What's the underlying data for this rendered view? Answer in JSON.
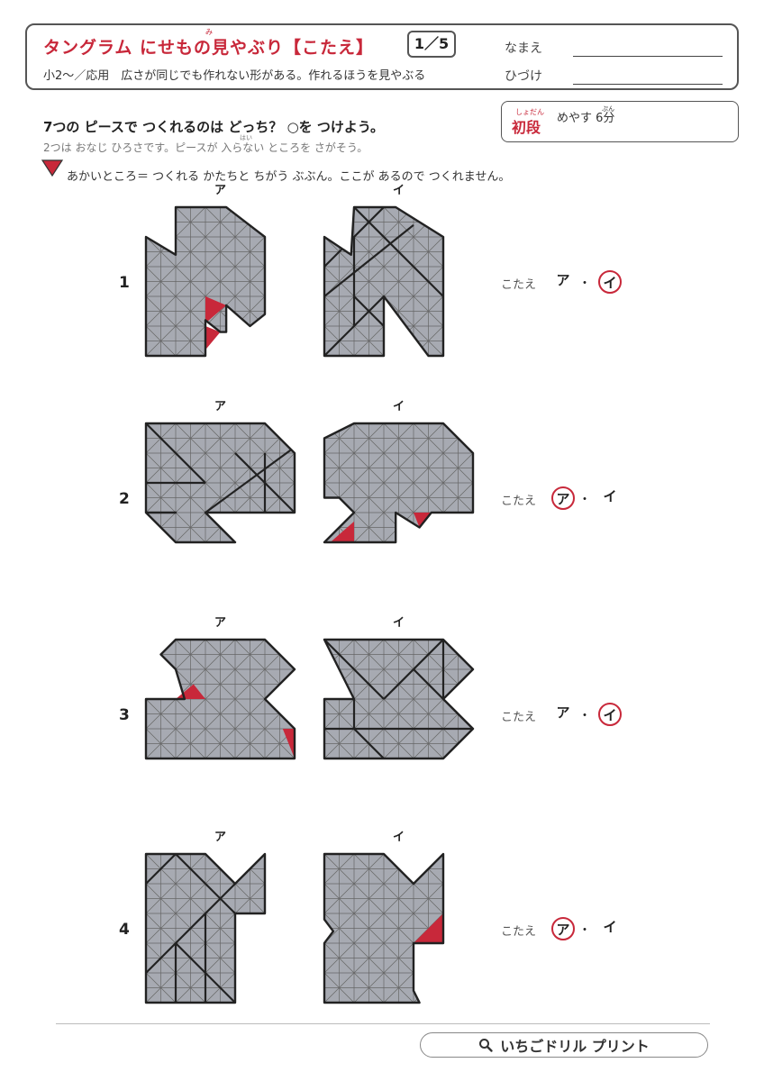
{
  "header": {
    "title": "タングラム にせもの見やぶり【こたえ】",
    "title_ruby": "み",
    "page": "1／5",
    "subtitle": "小2〜／応用　広さが同じでも作れない形がある。作れるほうを見やぶる",
    "name_label": "なまえ",
    "date_label": "ひづけ"
  },
  "level": {
    "ruby": "しょだん",
    "label": "初段",
    "time": "めやす 6分",
    "time_ruby": "ぷん"
  },
  "instructions": {
    "question": "7つの ピースで つくれるのは どっち？ ○を つけよう。",
    "hint": "2つは おなじ ひろさです。ピースが 入らない ところを さがそう。",
    "hint_ruby": "はい",
    "legend": "あかいところ＝ つくれる かたちと ちがう ぶぶん。ここが あるので つくれません。"
  },
  "labels": {
    "a": "ア",
    "b": "イ",
    "answer": "こたえ",
    "separator": "・"
  },
  "problems": [
    {
      "number": "1",
      "answer": "イ"
    },
    {
      "number": "2",
      "answer": "ア"
    },
    {
      "number": "3",
      "answer": "イ"
    },
    {
      "number": "4",
      "answer": "ア"
    }
  ],
  "colors": {
    "accent": "#c8283a",
    "shape_fill": "#a7aab2",
    "outline": "#222222"
  },
  "footer": {
    "brand": "いちごドリル プリント",
    "icon": "search-icon"
  }
}
